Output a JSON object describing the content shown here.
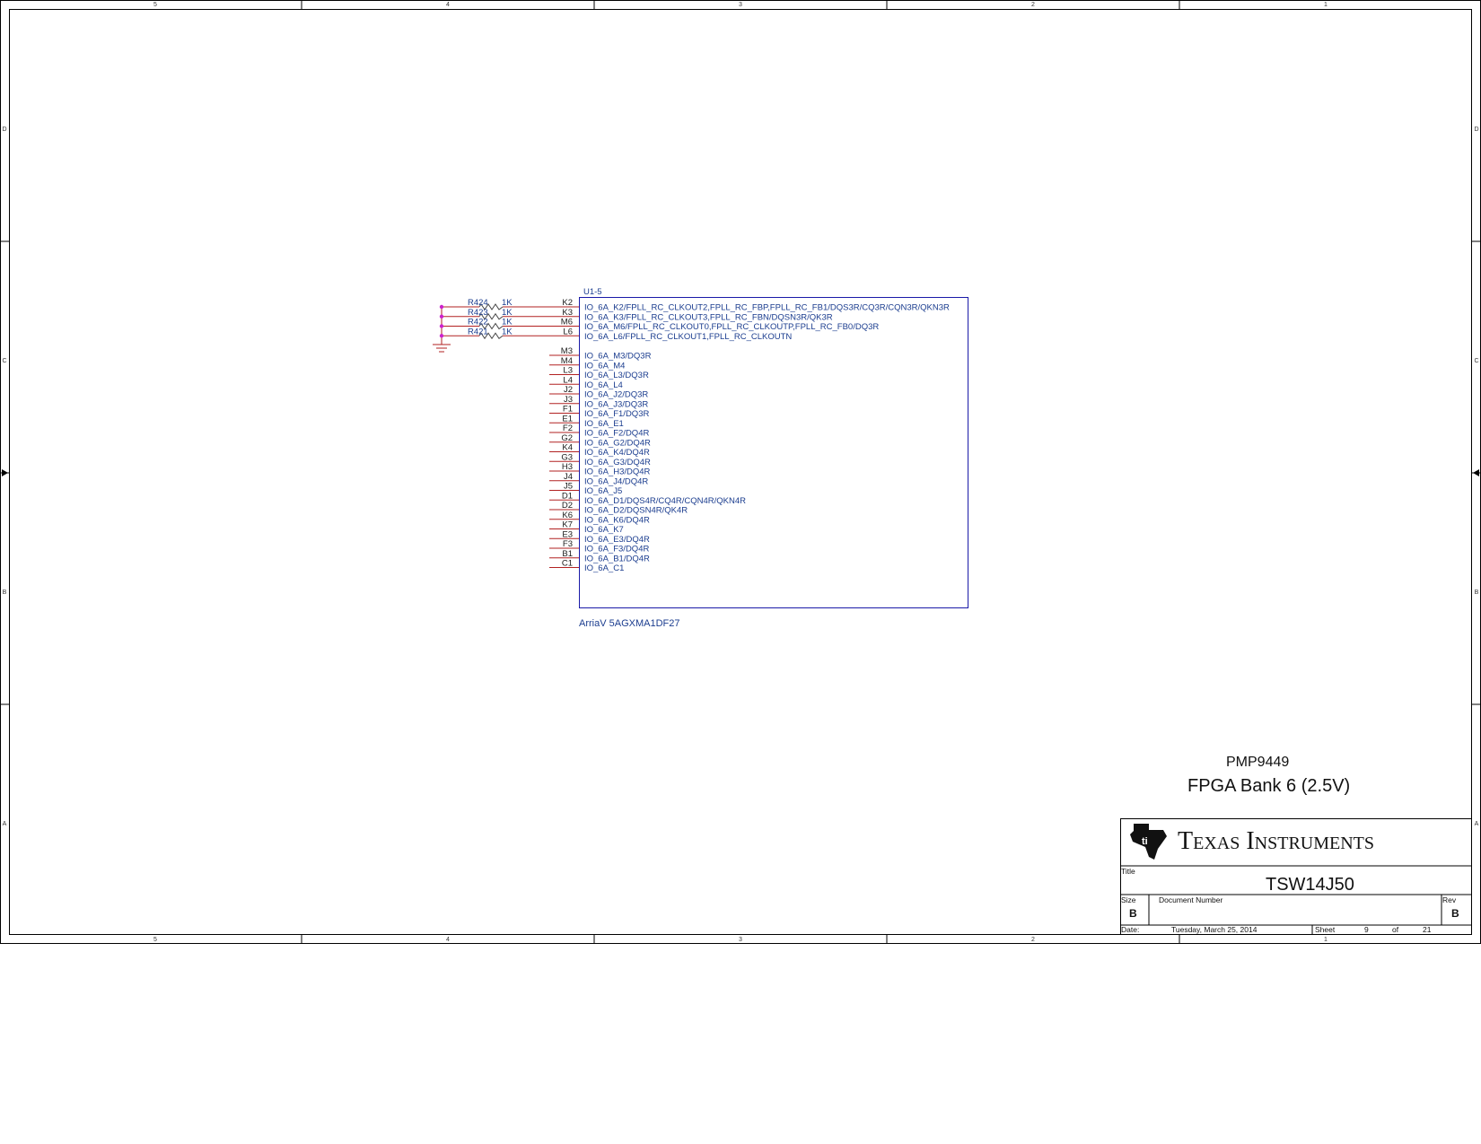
{
  "frame": {
    "column_labels": [
      "5",
      "4",
      "3",
      "2",
      "1"
    ],
    "row_labels": [
      "D",
      "C",
      "B",
      "A"
    ]
  },
  "component": {
    "refdes": "U1-5",
    "part": "ArriaV 5AGXMA1DF27",
    "border_color": "#1a1aa8",
    "net_color": "#b22222",
    "pins": [
      {
        "num": "K2",
        "name": "IO_6A_K2/FPLL_RC_CLKOUT2,FPLL_RC_FBP,FPLL_RC_FB1/DQS3R/CQ3R/CQN3R/QKN3R"
      },
      {
        "num": "K3",
        "name": "IO_6A_K3/FPLL_RC_CLKOUT3,FPLL_RC_FBN/DQSN3R/QK3R"
      },
      {
        "num": "M6",
        "name": "IO_6A_M6/FPLL_RC_CLKOUT0,FPLL_RC_CLKOUTP,FPLL_RC_FB0/DQ3R"
      },
      {
        "num": "L6",
        "name": "IO_6A_L6/FPLL_RC_CLKOUT1,FPLL_RC_CLKOUTN"
      },
      {
        "num": "M3",
        "name": "IO_6A_M3/DQ3R"
      },
      {
        "num": "M4",
        "name": "IO_6A_M4"
      },
      {
        "num": "L3",
        "name": "IO_6A_L3/DQ3R"
      },
      {
        "num": "L4",
        "name": "IO_6A_L4"
      },
      {
        "num": "J2",
        "name": "IO_6A_J2/DQ3R"
      },
      {
        "num": "J3",
        "name": "IO_6A_J3/DQ3R"
      },
      {
        "num": "F1",
        "name": "IO_6A_F1/DQ3R"
      },
      {
        "num": "E1",
        "name": "IO_6A_E1"
      },
      {
        "num": "F2",
        "name": "IO_6A_F2/DQ4R"
      },
      {
        "num": "G2",
        "name": "IO_6A_G2/DQ4R"
      },
      {
        "num": "K4",
        "name": "IO_6A_K4/DQ4R"
      },
      {
        "num": "G3",
        "name": "IO_6A_G3/DQ4R"
      },
      {
        "num": "H3",
        "name": "IO_6A_H3/DQ4R"
      },
      {
        "num": "J4",
        "name": "IO_6A_J4/DQ4R"
      },
      {
        "num": "J5",
        "name": "IO_6A_J5"
      },
      {
        "num": "D1",
        "name": "IO_6A_D1/DQS4R/CQ4R/CQN4R/QKN4R"
      },
      {
        "num": "D2",
        "name": "IO_6A_D2/DQSN4R/QK4R"
      },
      {
        "num": "K6",
        "name": "IO_6A_K6/DQ4R"
      },
      {
        "num": "K7",
        "name": "IO_6A_K7"
      },
      {
        "num": "E3",
        "name": "IO_6A_E3/DQ4R"
      },
      {
        "num": "F3",
        "name": "IO_6A_F3/DQ4R"
      },
      {
        "num": "B1",
        "name": "IO_6A_B1/DQ4R"
      },
      {
        "num": "C1",
        "name": "IO_6A_C1"
      }
    ]
  },
  "resistors": [
    {
      "refdes": "R424",
      "value": "1K"
    },
    {
      "refdes": "R423",
      "value": "1K"
    },
    {
      "refdes": "R422",
      "value": "1K"
    },
    {
      "refdes": "R421",
      "value": "1K"
    }
  ],
  "wire_color": "#b22222",
  "junction_color": "#cc22cc",
  "project": "PMP9449",
  "sheet_title": "FPGA Bank 6 (2.5V)",
  "title_block": {
    "company": "Texas Instruments",
    "title_label": "Title",
    "title": "TSW14J50",
    "size_label": "Size",
    "size": "B",
    "docnum_label": "Document Number",
    "rev_label": "Rev",
    "rev": "B",
    "date_label": "Date:",
    "date": "Tuesday, March 25, 2014",
    "sheet_label": "Sheet",
    "sheet": "9",
    "of_label": "of",
    "total": "21"
  }
}
